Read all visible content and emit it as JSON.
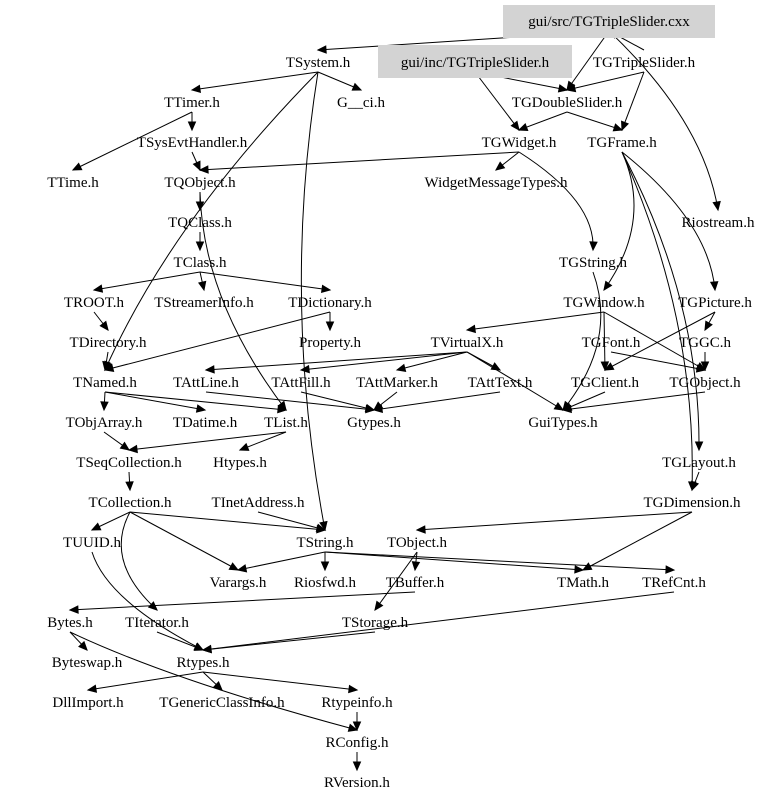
{
  "diagram": {
    "title": "gui/src/TGTripleSlider.cxx include dependency graph",
    "highlight_color": "#d3d3d3",
    "nodes": [
      {
        "id": "cxx",
        "label": "gui/src/TGTripleSlider.cxx",
        "highlighted": true
      },
      {
        "id": "TSystem",
        "label": "TSystem.h"
      },
      {
        "id": "incTGTS",
        "label": "gui/inc/TGTripleSlider.h",
        "highlighted": true
      },
      {
        "id": "TGTripleSlider",
        "label": "TGTripleSlider.h"
      },
      {
        "id": "TTimer",
        "label": "TTimer.h"
      },
      {
        "id": "Gci",
        "label": "G__ci.h"
      },
      {
        "id": "TGDoubleSlider",
        "label": "TGDoubleSlider.h"
      },
      {
        "id": "TSysEvtHandler",
        "label": "TSysEvtHandler.h"
      },
      {
        "id": "TGWidget",
        "label": "TGWidget.h"
      },
      {
        "id": "TGFrame",
        "label": "TGFrame.h"
      },
      {
        "id": "TTime",
        "label": "TTime.h"
      },
      {
        "id": "TQObject",
        "label": "TQObject.h"
      },
      {
        "id": "WidgetMessageTypes",
        "label": "WidgetMessageTypes.h"
      },
      {
        "id": "TQClass",
        "label": "TQClass.h"
      },
      {
        "id": "Riostream",
        "label": "Riostream.h"
      },
      {
        "id": "TClass",
        "label": "TClass.h"
      },
      {
        "id": "TGString",
        "label": "TGString.h"
      },
      {
        "id": "TROOT",
        "label": "TROOT.h"
      },
      {
        "id": "TStreamerInfo",
        "label": "TStreamerInfo.h"
      },
      {
        "id": "TDictionary",
        "label": "TDictionary.h"
      },
      {
        "id": "TGWindow",
        "label": "TGWindow.h"
      },
      {
        "id": "TGPicture",
        "label": "TGPicture.h"
      },
      {
        "id": "TDirectory",
        "label": "TDirectory.h"
      },
      {
        "id": "Property",
        "label": "Property.h"
      },
      {
        "id": "TVirtualX",
        "label": "TVirtualX.h"
      },
      {
        "id": "TGFont",
        "label": "TGFont.h"
      },
      {
        "id": "TGGC",
        "label": "TGGC.h"
      },
      {
        "id": "TNamed",
        "label": "TNamed.h"
      },
      {
        "id": "TAttLine",
        "label": "TAttLine.h"
      },
      {
        "id": "TAttFill",
        "label": "TAttFill.h"
      },
      {
        "id": "TAttMarker",
        "label": "TAttMarker.h"
      },
      {
        "id": "TAttText",
        "label": "TAttText.h"
      },
      {
        "id": "TGClient",
        "label": "TGClient.h"
      },
      {
        "id": "TGObject",
        "label": "TGObject.h"
      },
      {
        "id": "TObjArray",
        "label": "TObjArray.h"
      },
      {
        "id": "TDatime",
        "label": "TDatime.h"
      },
      {
        "id": "TList",
        "label": "TList.h"
      },
      {
        "id": "Gtypes",
        "label": "Gtypes.h"
      },
      {
        "id": "GuiTypes",
        "label": "GuiTypes.h"
      },
      {
        "id": "TSeqCollection",
        "label": "TSeqCollection.h"
      },
      {
        "id": "Htypes",
        "label": "Htypes.h"
      },
      {
        "id": "TGLayout",
        "label": "TGLayout.h"
      },
      {
        "id": "TCollection",
        "label": "TCollection.h"
      },
      {
        "id": "TInetAddress",
        "label": "TInetAddress.h"
      },
      {
        "id": "TGDimension",
        "label": "TGDimension.h"
      },
      {
        "id": "TUUID",
        "label": "TUUID.h"
      },
      {
        "id": "TString",
        "label": "TString.h"
      },
      {
        "id": "TObject",
        "label": "TObject.h"
      },
      {
        "id": "Varargs",
        "label": "Varargs.h"
      },
      {
        "id": "Riosfwd",
        "label": "Riosfwd.h"
      },
      {
        "id": "TBuffer",
        "label": "TBuffer.h"
      },
      {
        "id": "TMath",
        "label": "TMath.h"
      },
      {
        "id": "TRefCnt",
        "label": "TRefCnt.h"
      },
      {
        "id": "Bytes",
        "label": "Bytes.h"
      },
      {
        "id": "TIterator",
        "label": "TIterator.h"
      },
      {
        "id": "TStorage",
        "label": "TStorage.h"
      },
      {
        "id": "Byteswap",
        "label": "Byteswap.h"
      },
      {
        "id": "Rtypes",
        "label": "Rtypes.h"
      },
      {
        "id": "DllImport",
        "label": "DllImport.h"
      },
      {
        "id": "TGenericClassInfo",
        "label": "TGenericClassInfo.h"
      },
      {
        "id": "Rtypeinfo",
        "label": "Rtypeinfo.h"
      },
      {
        "id": "RConfig",
        "label": "RConfig.h"
      },
      {
        "id": "RVersion",
        "label": "RVersion.h"
      }
    ],
    "edges": [
      [
        "cxx",
        "TSystem"
      ],
      [
        "cxx",
        "TGDoubleSlider"
      ],
      [
        "cxx",
        "Riostream"
      ],
      [
        "TGTripleSlider",
        "cxx"
      ],
      [
        "incTGTS",
        "TGDoubleSlider"
      ],
      [
        "incTGTS",
        "TGWidget"
      ],
      [
        "TGTripleSlider",
        "TGDoubleSlider"
      ],
      [
        "TGTripleSlider",
        "TGFrame"
      ],
      [
        "TSystem",
        "TTimer"
      ],
      [
        "TSystem",
        "Gci"
      ],
      [
        "TSystem",
        "TNamed"
      ],
      [
        "TSystem",
        "TString"
      ],
      [
        "TTimer",
        "TSysEvtHandler"
      ],
      [
        "TTimer",
        "TTime"
      ],
      [
        "TSysEvtHandler",
        "TQObject"
      ],
      [
        "TGDoubleSlider",
        "TGWidget"
      ],
      [
        "TGDoubleSlider",
        "TGFrame"
      ],
      [
        "TGWidget",
        "WidgetMessageTypes"
      ],
      [
        "TGWidget",
        "TGString"
      ],
      [
        "TGWidget",
        "TQObject"
      ],
      [
        "TGFrame",
        "TGWindow"
      ],
      [
        "TGFrame",
        "TGPicture"
      ],
      [
        "TGFrame",
        "TGLayout"
      ],
      [
        "TGFrame",
        "TGDimension"
      ],
      [
        "TQObject",
        "TQClass"
      ],
      [
        "TQObject",
        "TList"
      ],
      [
        "TQClass",
        "TClass"
      ],
      [
        "TClass",
        "TROOT"
      ],
      [
        "TClass",
        "TStreamerInfo"
      ],
      [
        "TClass",
        "TDictionary"
      ],
      [
        "TROOT",
        "TDirectory"
      ],
      [
        "TDictionary",
        "Property"
      ],
      [
        "TDirectory",
        "TNamed"
      ],
      [
        "TDictionary",
        "TNamed"
      ],
      [
        "TVirtualX",
        "TAttLine"
      ],
      [
        "TVirtualX",
        "TAttFill"
      ],
      [
        "TVirtualX",
        "TAttMarker"
      ],
      [
        "TVirtualX",
        "TAttText"
      ],
      [
        "TVirtualX",
        "GuiTypes"
      ],
      [
        "TGWindow",
        "TVirtualX"
      ],
      [
        "TGWindow",
        "TGClient"
      ],
      [
        "TGWindow",
        "TGObject"
      ],
      [
        "TGPicture",
        "TGGC"
      ],
      [
        "TGPicture",
        "TGClient"
      ],
      [
        "TGFont",
        "TGObject"
      ],
      [
        "TGGC",
        "TGObject"
      ],
      [
        "TGString",
        "GuiTypes"
      ],
      [
        "TGClient",
        "GuiTypes"
      ],
      [
        "TGObject",
        "GuiTypes"
      ],
      [
        "TNamed",
        "TObjArray"
      ],
      [
        "TNamed",
        "TDatime"
      ],
      [
        "TNamed",
        "TList"
      ],
      [
        "TAttLine",
        "Gtypes"
      ],
      [
        "TAttFill",
        "Gtypes"
      ],
      [
        "TAttMarker",
        "Gtypes"
      ],
      [
        "TAttText",
        "Gtypes"
      ],
      [
        "TObjArray",
        "TSeqCollection"
      ],
      [
        "TList",
        "TSeqCollection"
      ],
      [
        "TList",
        "Htypes"
      ],
      [
        "TSeqCollection",
        "TCollection"
      ],
      [
        "TCollection",
        "TString"
      ],
      [
        "TCollection",
        "TIterator"
      ],
      [
        "TCollection",
        "Varargs"
      ],
      [
        "TCollection",
        "TUUID"
      ],
      [
        "TInetAddress",
        "TString"
      ],
      [
        "TGLayout",
        "TGDimension"
      ],
      [
        "TGDimension",
        "TMath"
      ],
      [
        "TGDimension",
        "TObject"
      ],
      [
        "TString",
        "Varargs"
      ],
      [
        "TString",
        "Riosfwd"
      ],
      [
        "TString",
        "TRefCnt"
      ],
      [
        "TString",
        "TMath"
      ],
      [
        "TObject",
        "TBuffer"
      ],
      [
        "TObject",
        "TStorage"
      ],
      [
        "TBuffer",
        "Bytes"
      ],
      [
        "TStorage",
        "Rtypes"
      ],
      [
        "Bytes",
        "Byteswap"
      ],
      [
        "TIterator",
        "Rtypes"
      ],
      [
        "TUUID",
        "Rtypes"
      ],
      [
        "Rtypes",
        "DllImport"
      ],
      [
        "Rtypes",
        "TGenericClassInfo"
      ],
      [
        "Rtypes",
        "Rtypeinfo"
      ],
      [
        "Rtypeinfo",
        "RConfig"
      ],
      [
        "RConfig",
        "RVersion"
      ],
      [
        "Bytes",
        "RConfig"
      ],
      [
        "TRefCnt",
        "Rtypes"
      ]
    ]
  }
}
